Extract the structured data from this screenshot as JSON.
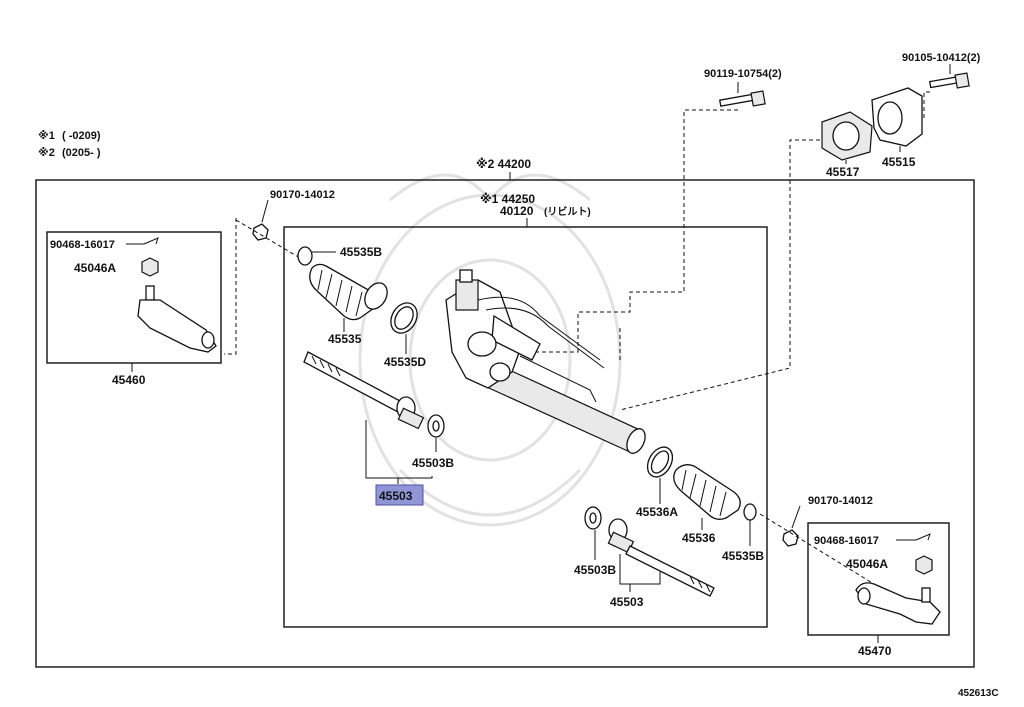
{
  "diagram": {
    "notes": [
      {
        "mark": "※1",
        "text": "(      -0209)"
      },
      {
        "mark": "※2",
        "text": "(0205-      )"
      }
    ],
    "callouts": {
      "c44200": "※2  44200",
      "c44250": "※1  44250",
      "c40120": "40120",
      "c40120_note": "(リビルト)",
      "c90119": "90119-10754(2)",
      "c90105": "90105-10412(2)",
      "c45517": "45517",
      "c45515": "45515",
      "c90170_l": "90170-14012",
      "c90170_r": "90170-14012",
      "c90468_l": "90468-16017",
      "c90468_r": "90468-16017",
      "c45046A_l": "45046A",
      "c45046A_r": "45046A",
      "c45460": "45460",
      "c45470": "45470",
      "c45535B_t": "45535B",
      "c45535B_b": "45535B",
      "c45535": "45535",
      "c45535D": "45535D",
      "c45503B_l": "45503B",
      "c45503_hl": "45503",
      "c45503B_r": "45503B",
      "c45503_r": "45503",
      "c45536A": "45536A",
      "c45536": "45536"
    },
    "figure_code": "452613C",
    "highlight_color": "#8f95d6"
  }
}
